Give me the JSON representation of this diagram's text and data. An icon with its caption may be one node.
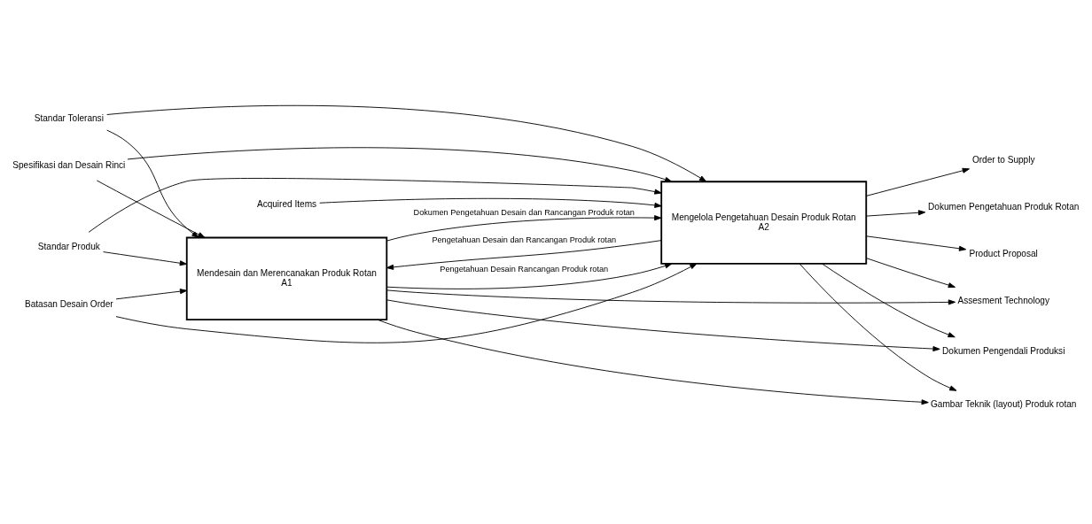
{
  "diagram": {
    "nodes": [
      {
        "text": [
          "Batasan Desain Order"
        ]
      },
      {
        "text": [
          "Standar Toleransi"
        ]
      },
      {
        "text": [
          "Standar Produk"
        ]
      },
      {
        "text": [
          "Spesifikasi dan Desain Rinci"
        ]
      },
      {
        "text": [
          "Acquired Items"
        ]
      },
      {
        "text": [
          "Mendesain dan Merencanakan Produk Rotan",
          "A1"
        ]
      },
      {
        "text": [
          "Mengelola Pengetahuan Desain Produk Rotan",
          "A2"
        ]
      },
      {
        "text": [
          "Assesment Technology"
        ]
      },
      {
        "text": [
          "Dokumen Pengendali Produksi"
        ]
      },
      {
        "text": [
          "Gambar Teknik (layout) Produk rotan"
        ]
      },
      {
        "text": [
          "Product Proposal"
        ]
      },
      {
        "text": [
          "Order to Supply"
        ]
      },
      {
        "text": [
          "Dokumen Pengetahuan Produk Rotan"
        ]
      }
    ],
    "edges": [
      {
        "from": 3,
        "to": 5,
        "arrow": "to"
      },
      {
        "from": 3,
        "to": 6,
        "arrow": "to"
      },
      {
        "from": 4,
        "to": 6,
        "arrow": "to"
      },
      {
        "from": 0,
        "to": 5,
        "arrow": "to"
      },
      {
        "from": 0,
        "to": 6,
        "arrow": "to"
      },
      {
        "from": 1,
        "to": 5,
        "arrow": "to"
      },
      {
        "from": 1,
        "to": 6,
        "arrow": "to"
      },
      {
        "from": 2,
        "to": 5,
        "arrow": "to"
      },
      {
        "from": 2,
        "to": 6,
        "arrow": "to"
      },
      {
        "from": 5,
        "to": 7,
        "arrow": "to"
      },
      {
        "from": 6,
        "to": 7,
        "arrow": "to"
      },
      {
        "from": 5,
        "to": 8,
        "arrow": "to"
      },
      {
        "from": 6,
        "to": 8,
        "arrow": "to"
      },
      {
        "from": 5,
        "to": 9,
        "arrow": "to"
      },
      {
        "from": 6,
        "to": 9,
        "arrow": "to"
      },
      {
        "from": 6,
        "to": 10,
        "arrow": "to"
      },
      {
        "from": 6,
        "to": 11,
        "arrow": "to"
      },
      {
        "from": 5,
        "to": 6,
        "arrow": "to",
        "label": "Pengetahuan Desain Rancangan Produk rotan"
      },
      {
        "from": 5,
        "to": 6,
        "arrow": "to",
        "label": "Dokumen Pengetahuan Desain dan Rancangan Produk rotan"
      },
      {
        "from": 6,
        "to": 5,
        "arrow": "to",
        "label": "Pengetahuan Desain dan Rancangan Produk rotan"
      },
      {
        "from": 6,
        "to": 12,
        "arrow": "to"
      }
    ]
  }
}
